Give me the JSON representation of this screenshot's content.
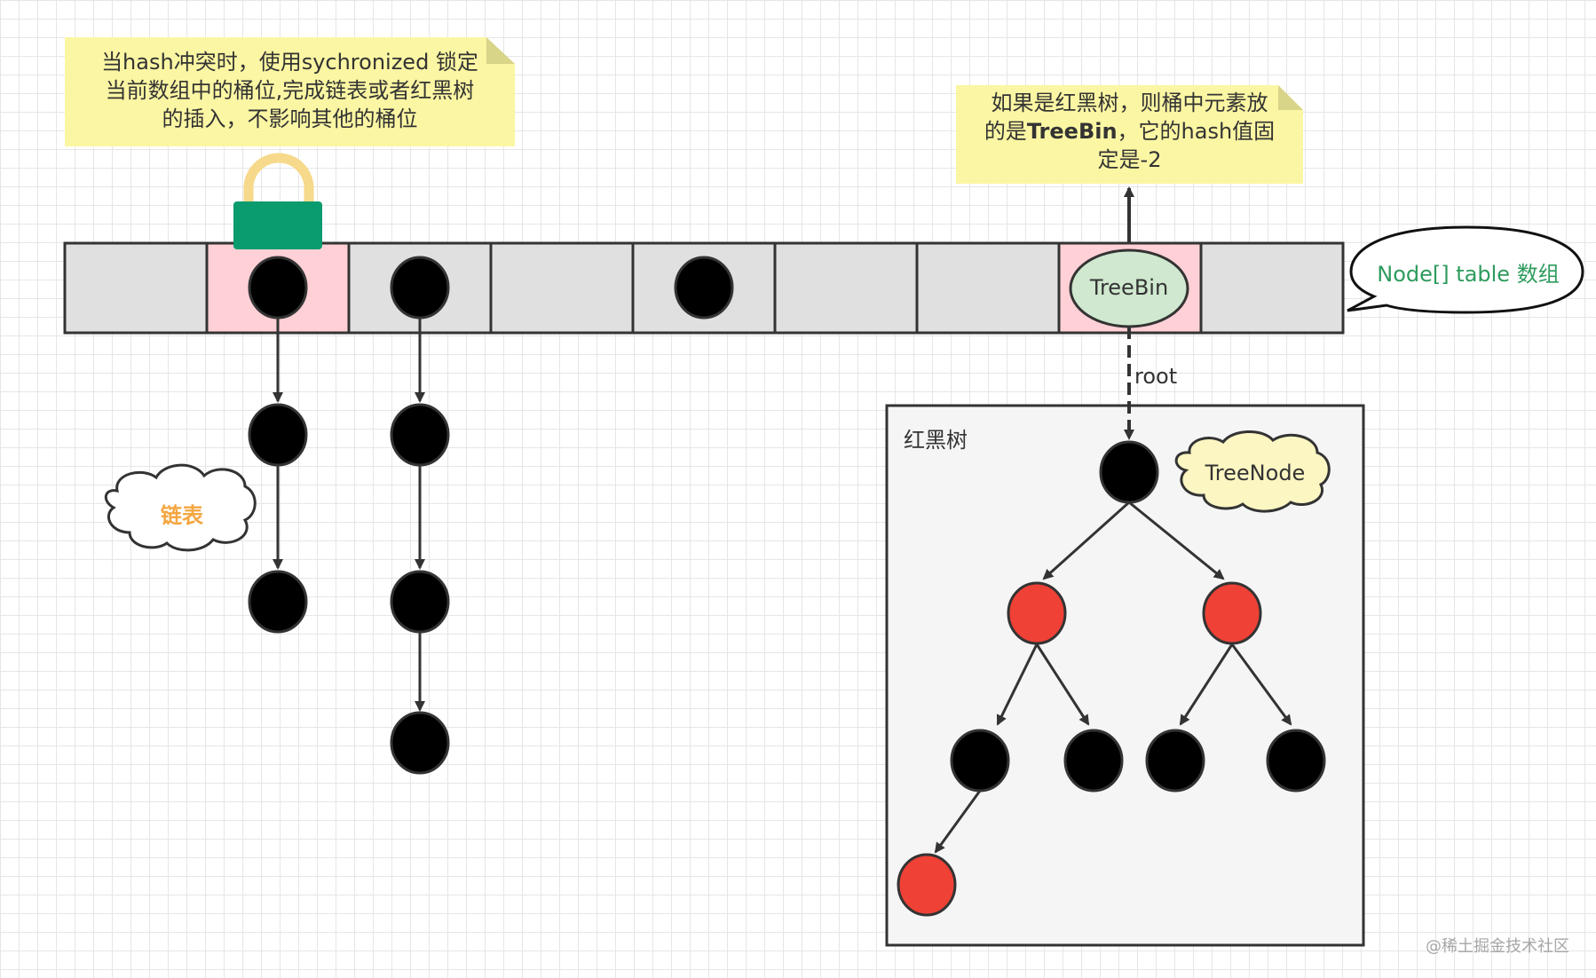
{
  "notes": {
    "lock_note": {
      "lines": [
        "当hash冲突时，使用sychronized 锁定",
        "当前数组中的桶位,完成链表或者红黑树",
        "的插入，不影响其他的桶位"
      ]
    },
    "treebin_note": {
      "line1": "如果是红黑树，则桶中元素放",
      "line2_prefix": "的是",
      "line2_bold": "TreeBin",
      "line2_suffix": "，它的hash值固",
      "line3": "定是-2"
    }
  },
  "callouts": {
    "array_label": "Node[] table 数组",
    "list_label": "链表",
    "treenode_label": "TreeNode"
  },
  "array": {
    "treebin_label": "TreeBin"
  },
  "edges": {
    "root_label": "root"
  },
  "tree_container": {
    "title": "红黑树"
  },
  "watermark": "@稀土掘金技术社区",
  "colors": {
    "note_fill": "#fbf6a3",
    "cell_gray": "#e0e0e0",
    "cell_pink": "#ffd0d6",
    "lock_green": "#0a9b6e",
    "lock_shackle": "#f6d98a",
    "treebin_fill": "#cfe8cf",
    "red_node": "#ef4136",
    "black_node": "#000000",
    "callout_text_green": "#2e9b5d",
    "callout_text_orange": "#f4a640",
    "cloud_fill": "#fbf6c2"
  }
}
